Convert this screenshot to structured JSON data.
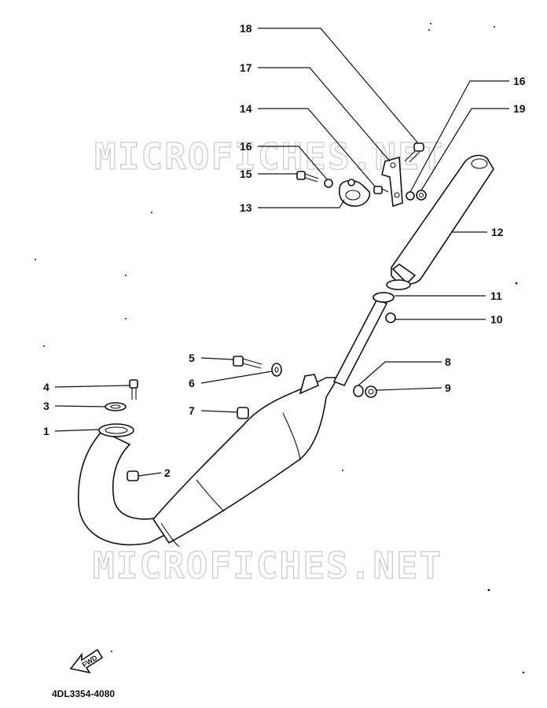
{
  "watermark": "MICROFICHES.NET",
  "diagram_code": "4DL3354-4080",
  "fwd_label": "FWD",
  "callouts": [
    {
      "id": "c18",
      "label": "18"
    },
    {
      "id": "c17",
      "label": "17"
    },
    {
      "id": "c16a",
      "label": "16"
    },
    {
      "id": "c19",
      "label": "19"
    },
    {
      "id": "c14",
      "label": "14"
    },
    {
      "id": "c16b",
      "label": "16"
    },
    {
      "id": "c15",
      "label": "15"
    },
    {
      "id": "c13",
      "label": "13"
    },
    {
      "id": "c12",
      "label": "12"
    },
    {
      "id": "c11",
      "label": "11"
    },
    {
      "id": "c10",
      "label": "10"
    },
    {
      "id": "c5",
      "label": "5"
    },
    {
      "id": "c6",
      "label": "6"
    },
    {
      "id": "c8",
      "label": "8"
    },
    {
      "id": "c9",
      "label": "9"
    },
    {
      "id": "c7",
      "label": "7"
    },
    {
      "id": "c4",
      "label": "4"
    },
    {
      "id": "c3",
      "label": "3"
    },
    {
      "id": "c1",
      "label": "1"
    },
    {
      "id": "c2",
      "label": "2"
    }
  ]
}
